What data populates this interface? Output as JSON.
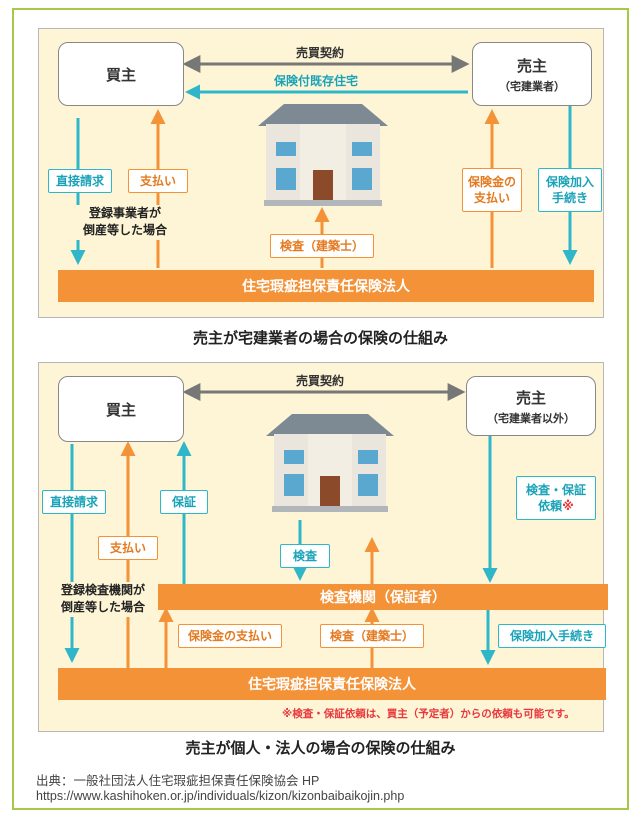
{
  "colors": {
    "accent_orange": "#f39237",
    "teal": "#2fb6c9",
    "panel_bg": "#fdf5d6",
    "frame_green": "#a8c84a",
    "warning_red": "#e8383d"
  },
  "diagram1": {
    "buyer": "買主",
    "seller": "売主",
    "seller_sub": "（宅建業者）",
    "contract": "売買契約",
    "insured_house": "保険付既存住宅",
    "direct_claim": "直接請求",
    "payment": "支払い",
    "bankruptcy_note_line1": "登録事業者が",
    "bankruptcy_note_line2": "倒産等した場合",
    "insurance_payout_line1": "保険金の",
    "insurance_payout_line2": "支払い",
    "insurance_enroll_line1": "保険加入",
    "insurance_enroll_line2": "手続き",
    "inspection": "検査（建築士）",
    "insurer": "住宅瑕疵担保責任保険法人",
    "caption": "売主が宅建業者の場合の保険の仕組み"
  },
  "diagram2": {
    "buyer": "買主",
    "seller": "売主",
    "seller_sub": "（宅建業者以外）",
    "contract": "売買契約",
    "direct_claim": "直接請求",
    "payment": "支払い",
    "guarantee": "保証",
    "inspection": "検査",
    "request_line1": "検査・保証",
    "request_line2": "依頼",
    "request_mark": "※",
    "bankruptcy_note_line1": "登録検査機関が",
    "bankruptcy_note_line2": "倒産等した場合",
    "inspection_body": "検査機関（保証者）",
    "insurance_payout": "保険金の支払い",
    "inspection_architect": "検査（建築士）",
    "insurance_enroll": "保険加入手続き",
    "insurer": "住宅瑕疵担保責任保険法人",
    "footnote": "※検査・保証依頼は、買主（予定者）からの依頼も可能です。",
    "caption": "売主が個人・法人の場合の保険の仕組み"
  },
  "source_line1": "出典：一般社団法人住宅瑕疵担保責任保険協会 HP",
  "source_line2": "https://www.kashihoken.or.jp/individuals/kizon/kizonbaibaikojin.php"
}
